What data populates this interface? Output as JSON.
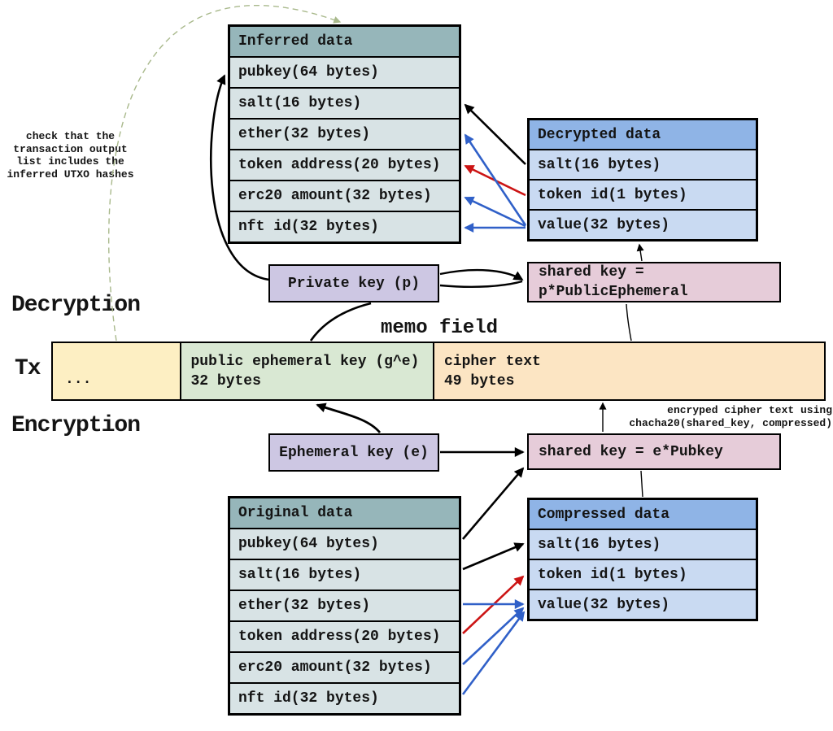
{
  "diagram": {
    "labels": {
      "decryption": "Decryption",
      "encryption": "Encryption",
      "tx": "Tx",
      "memo_field": "memo field"
    },
    "notes": {
      "check_line1": "check that the",
      "check_line2": "transaction output",
      "check_line3": "list includes the",
      "check_line4": "inferred UTXO hashes",
      "cipher_note_line1": "encryped cipher text using",
      "cipher_note_line2": "chacha20(shared_key, compressed)"
    },
    "tables": {
      "inferred": {
        "title": "Inferred data",
        "rows": [
          "pubkey(64 bytes)",
          "salt(16 bytes)",
          "ether(32 bytes)",
          "token address(20 bytes)",
          "erc20 amount(32 bytes)",
          "nft id(32 bytes)"
        ]
      },
      "decrypted": {
        "title": "Decrypted data",
        "rows": [
          "salt(16 bytes)",
          "token id(1 bytes)",
          "value(32 bytes)"
        ]
      },
      "original": {
        "title": "Original data",
        "rows": [
          "pubkey(64 bytes)",
          "salt(16 bytes)",
          "ether(32 bytes)",
          "token address(20 bytes)",
          "erc20 amount(32 bytes)",
          "nft id(32 bytes)"
        ]
      },
      "compressed": {
        "title": "Compressed data",
        "rows": [
          "salt(16 bytes)",
          "token id(1 bytes)",
          "value(32 bytes)"
        ]
      }
    },
    "boxes": {
      "private_key": "Private key (p)",
      "ephemeral_key": "Ephemeral key (e)",
      "shared_key_decrypt_line1": "shared key =",
      "shared_key_decrypt_line2": "p*PublicEphemeral",
      "shared_key_encrypt": "shared key = e*Pubkey",
      "tx_placeholder": "...",
      "public_ephemeral_line1": "public ephemeral key (g^e)",
      "public_ephemeral_line2": "32 bytes",
      "cipher_text_line1": "cipher text",
      "cipher_text_line2": "49 bytes"
    },
    "colors": {
      "teal_header": "#96b6ba",
      "teal_row": "#d8e3e5",
      "blue_header": "#8fb4e6",
      "blue_row": "#c9daf2",
      "lavender": "#cdc7e3",
      "pink": "#e6ccd9",
      "yellow": "#fdefc3",
      "green": "#d9e8d3",
      "peach": "#fce5c3",
      "arrow_black": "#000000",
      "arrow_red": "#cc1414",
      "arrow_blue": "#3060c8",
      "dashed_green": "#a9b98c"
    }
  }
}
